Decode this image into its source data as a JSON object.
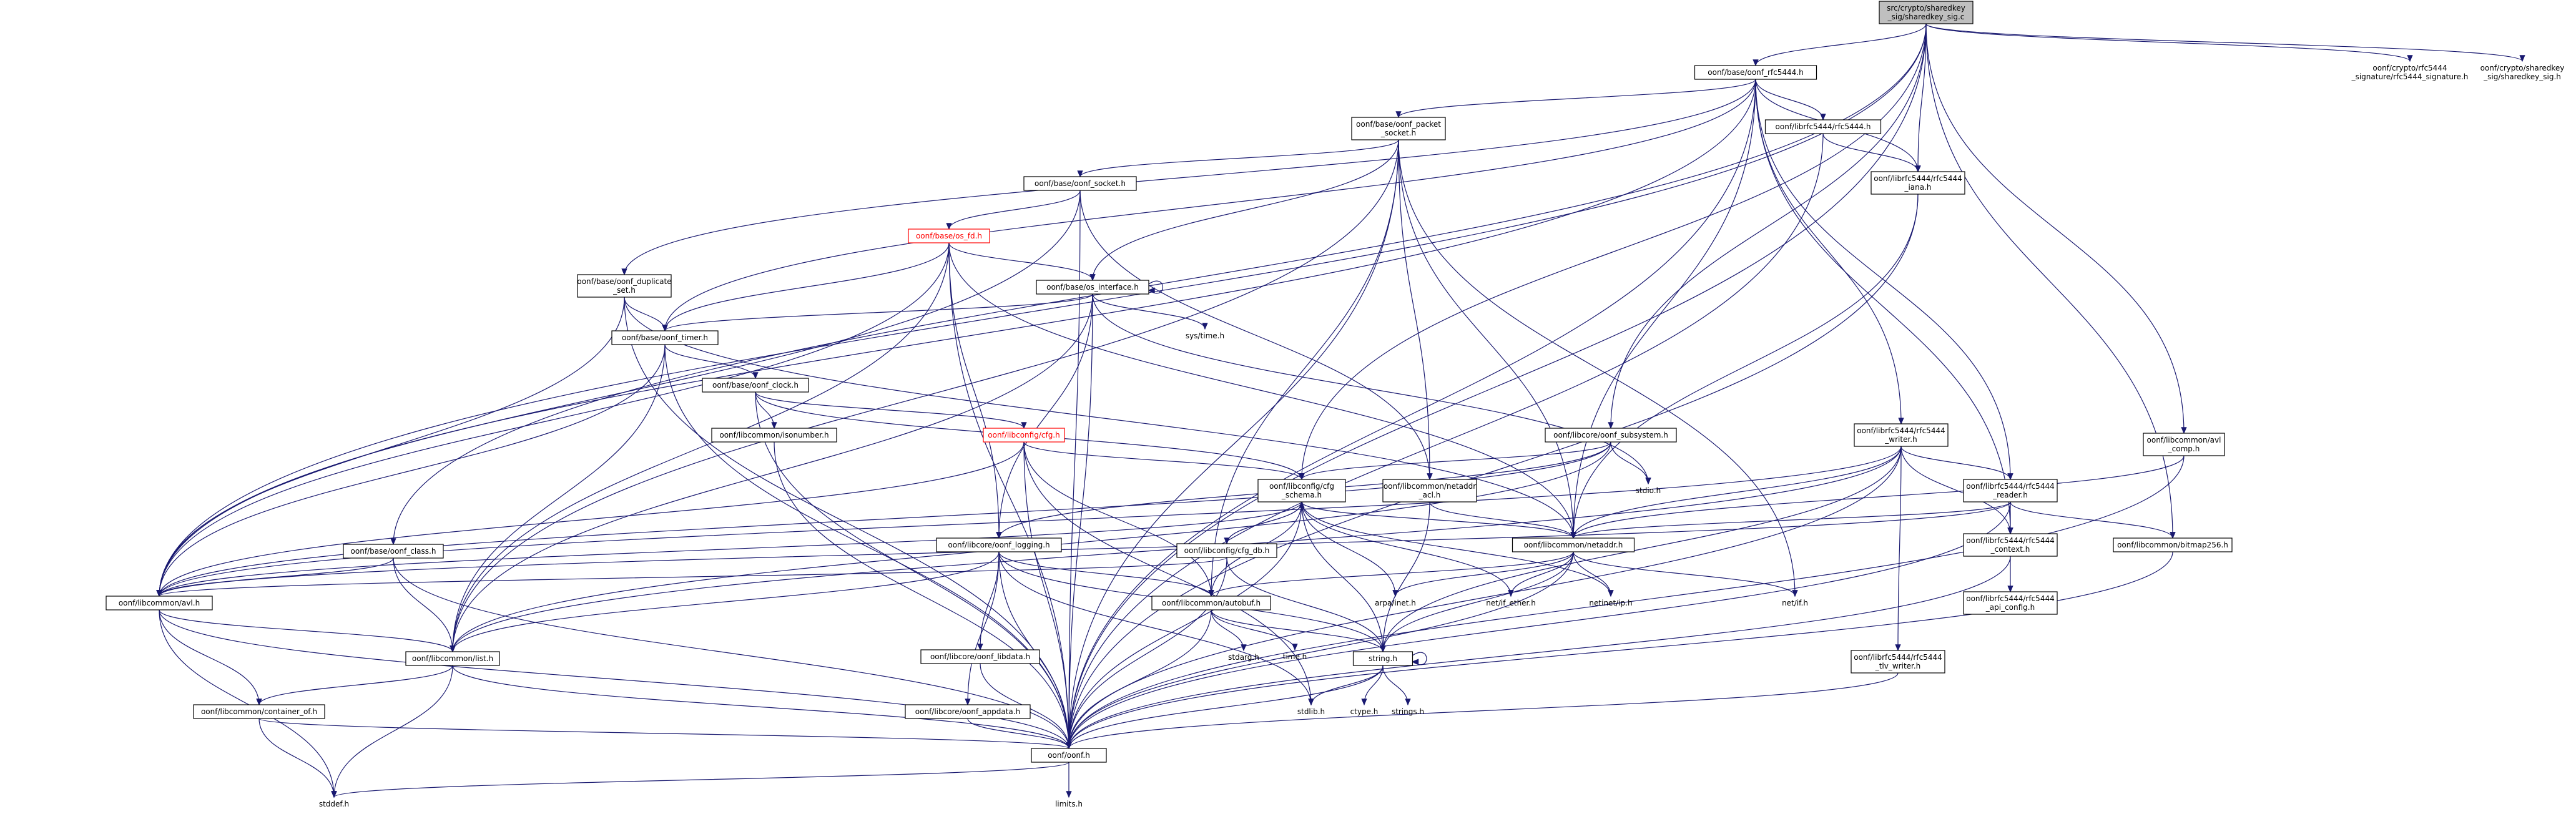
{
  "nodes": [
    {
      "id": "root",
      "lines": [
        "src/crypto/sharedkey",
        "_sig/sharedkey_sig.c"
      ],
      "kind": "root"
    },
    {
      "id": "rfc5444",
      "lines": [
        "oonf/base/oonf_rfc5444.h"
      ],
      "kind": "box"
    },
    {
      "id": "rfc5444sig",
      "lines": [
        "oonf/crypto/rfc5444",
        "_signature/rfc5444_signature.h"
      ],
      "kind": "plain"
    },
    {
      "id": "sharedkeysig",
      "lines": [
        "oonf/crypto/sharedkey",
        "_sig/sharedkey_sig.h"
      ],
      "kind": "plain"
    },
    {
      "id": "packetsocket",
      "lines": [
        "oonf/base/oonf_packet",
        "_socket.h"
      ],
      "kind": "box"
    },
    {
      "id": "rfc5444h",
      "lines": [
        "oonf/librfc5444/rfc5444.h"
      ],
      "kind": "box"
    },
    {
      "id": "iana",
      "lines": [
        "oonf/librfc5444/rfc5444",
        "_iana.h"
      ],
      "kind": "box"
    },
    {
      "id": "socket",
      "lines": [
        "oonf/base/oonf_socket.h"
      ],
      "kind": "box"
    },
    {
      "id": "osfd",
      "lines": [
        "oonf/base/os_fd.h"
      ],
      "kind": "red"
    },
    {
      "id": "osiface",
      "lines": [
        "oonf/base/os_interface.h"
      ],
      "kind": "box"
    },
    {
      "id": "systime",
      "lines": [
        "sys/time.h"
      ],
      "kind": "plain"
    },
    {
      "id": "dupset",
      "lines": [
        "oonf/base/oonf_duplicate",
        "_set.h"
      ],
      "kind": "box"
    },
    {
      "id": "timer",
      "lines": [
        "oonf/base/oonf_timer.h"
      ],
      "kind": "box"
    },
    {
      "id": "clock",
      "lines": [
        "oonf/base/oonf_clock.h"
      ],
      "kind": "box"
    },
    {
      "id": "isonumber",
      "lines": [
        "oonf/libcommon/isonumber.h"
      ],
      "kind": "box"
    },
    {
      "id": "cfg",
      "lines": [
        "oonf/libconfig/cfg.h"
      ],
      "kind": "red"
    },
    {
      "id": "subsystem",
      "lines": [
        "oonf/libcore/oonf_subsystem.h"
      ],
      "kind": "box"
    },
    {
      "id": "stdio",
      "lines": [
        "stdio.h"
      ],
      "kind": "plain"
    },
    {
      "id": "writer",
      "lines": [
        "oonf/librfc5444/rfc5444",
        "_writer.h"
      ],
      "kind": "box"
    },
    {
      "id": "avlcomp",
      "lines": [
        "oonf/libcommon/avl",
        "_comp.h"
      ],
      "kind": "box"
    },
    {
      "id": "reader",
      "lines": [
        "oonf/librfc5444/rfc5444",
        "_reader.h"
      ],
      "kind": "box"
    },
    {
      "id": "cfgschema",
      "lines": [
        "oonf/libconfig/cfg",
        "_schema.h"
      ],
      "kind": "box"
    },
    {
      "id": "netaddracl",
      "lines": [
        "oonf/libcommon/netaddr",
        "_acl.h"
      ],
      "kind": "box"
    },
    {
      "id": "netaddr",
      "lines": [
        "oonf/libcommon/netaddr.h"
      ],
      "kind": "box"
    },
    {
      "id": "bitmap",
      "lines": [
        "oonf/libcommon/bitmap256.h"
      ],
      "kind": "box"
    },
    {
      "id": "context",
      "lines": [
        "oonf/librfc5444/rfc5444",
        "_context.h"
      ],
      "kind": "box"
    },
    {
      "id": "apiconfig",
      "lines": [
        "oonf/librfc5444/rfc5444",
        "_api_config.h"
      ],
      "kind": "box"
    },
    {
      "id": "logging",
      "lines": [
        "oonf/libcore/oonf_logging.h"
      ],
      "kind": "box"
    },
    {
      "id": "cfgdb",
      "lines": [
        "oonf/libconfig/cfg_db.h"
      ],
      "kind": "box"
    },
    {
      "id": "class",
      "lines": [
        "oonf/base/oonf_class.h"
      ],
      "kind": "box"
    },
    {
      "id": "avl",
      "lines": [
        "oonf/libcommon/avl.h"
      ],
      "kind": "box"
    },
    {
      "id": "autobuf",
      "lines": [
        "oonf/libcommon/autobuf.h"
      ],
      "kind": "box"
    },
    {
      "id": "arpainet",
      "lines": [
        "arpa/inet.h"
      ],
      "kind": "plain"
    },
    {
      "id": "ifether",
      "lines": [
        "net/if_ether.h"
      ],
      "kind": "plain"
    },
    {
      "id": "netinetip",
      "lines": [
        "netinet/ip.h"
      ],
      "kind": "plain"
    },
    {
      "id": "netif",
      "lines": [
        "net/if.h"
      ],
      "kind": "plain"
    },
    {
      "id": "list",
      "lines": [
        "oonf/libcommon/list.h"
      ],
      "kind": "box"
    },
    {
      "id": "libdata",
      "lines": [
        "oonf/libcore/oonf_libdata.h"
      ],
      "kind": "box"
    },
    {
      "id": "stdarg",
      "lines": [
        "stdarg.h"
      ],
      "kind": "plain"
    },
    {
      "id": "timeh",
      "lines": [
        "time.h"
      ],
      "kind": "plain"
    },
    {
      "id": "string",
      "lines": [
        "string.h"
      ],
      "kind": "box"
    },
    {
      "id": "tlvwriter",
      "lines": [
        "oonf/librfc5444/rfc5444",
        "_tlv_writer.h"
      ],
      "kind": "box"
    },
    {
      "id": "containerof",
      "lines": [
        "oonf/libcommon/container_of.h"
      ],
      "kind": "box"
    },
    {
      "id": "appdata",
      "lines": [
        "oonf/libcore/oonf_appdata.h"
      ],
      "kind": "box"
    },
    {
      "id": "stdlib",
      "lines": [
        "stdlib.h"
      ],
      "kind": "plain"
    },
    {
      "id": "ctype",
      "lines": [
        "ctype.h"
      ],
      "kind": "plain"
    },
    {
      "id": "strings",
      "lines": [
        "strings.h"
      ],
      "kind": "plain"
    },
    {
      "id": "oonf",
      "lines": [
        "oonf/oonf.h"
      ],
      "kind": "box"
    },
    {
      "id": "stddef",
      "lines": [
        "stddef.h"
      ],
      "kind": "plain"
    },
    {
      "id": "limits",
      "lines": [
        "limits.h"
      ],
      "kind": "plain"
    }
  ],
  "edges": [
    [
      "root",
      "rfc5444"
    ],
    [
      "root",
      "rfc5444sig"
    ],
    [
      "root",
      "sharedkeysig"
    ],
    [
      "root",
      "iana"
    ],
    [
      "root",
      "subsystem"
    ],
    [
      "root",
      "avlcomp"
    ],
    [
      "root",
      "bitmap"
    ],
    [
      "root",
      "cfgschema"
    ],
    [
      "root",
      "avl"
    ],
    [
      "root",
      "class"
    ],
    [
      "root",
      "oonf"
    ],
    [
      "rfc5444",
      "packetsocket"
    ],
    [
      "rfc5444",
      "rfc5444h"
    ],
    [
      "rfc5444",
      "iana"
    ],
    [
      "rfc5444",
      "writer"
    ],
    [
      "rfc5444",
      "reader"
    ],
    [
      "rfc5444",
      "context"
    ],
    [
      "rfc5444",
      "dupset"
    ],
    [
      "rfc5444",
      "timer"
    ],
    [
      "rfc5444",
      "netaddr"
    ],
    [
      "rfc5444",
      "avl"
    ],
    [
      "rfc5444",
      "oonf"
    ],
    [
      "packetsocket",
      "socket"
    ],
    [
      "packetsocket",
      "osiface"
    ],
    [
      "packetsocket",
      "netaddracl"
    ],
    [
      "packetsocket",
      "netaddr"
    ],
    [
      "packetsocket",
      "autobuf"
    ],
    [
      "packetsocket",
      "list"
    ],
    [
      "packetsocket",
      "netif"
    ],
    [
      "packetsocket",
      "oonf"
    ],
    [
      "rfc5444h",
      "iana"
    ],
    [
      "rfc5444h",
      "oonf"
    ],
    [
      "iana",
      "netaddr"
    ],
    [
      "iana",
      "oonf"
    ],
    [
      "socket",
      "osfd"
    ],
    [
      "socket",
      "netaddracl"
    ],
    [
      "socket",
      "avl"
    ],
    [
      "socket",
      "oonf"
    ],
    [
      "osfd",
      "osiface"
    ],
    [
      "osfd",
      "timer"
    ],
    [
      "osfd",
      "logging"
    ],
    [
      "osfd",
      "list"
    ],
    [
      "osfd",
      "oonf"
    ],
    [
      "osfd",
      "netaddr"
    ],
    [
      "osfd",
      "avl"
    ],
    [
      "osiface",
      "osiface"
    ],
    [
      "osiface",
      "timer"
    ],
    [
      "osiface",
      "systime"
    ],
    [
      "osiface",
      "stdio"
    ],
    [
      "osiface",
      "logging"
    ],
    [
      "osiface",
      "list"
    ],
    [
      "osiface",
      "oonf"
    ],
    [
      "dupset",
      "timer"
    ],
    [
      "dupset",
      "netaddr"
    ],
    [
      "dupset",
      "avl"
    ],
    [
      "dupset",
      "oonf"
    ],
    [
      "timer",
      "clock"
    ],
    [
      "timer",
      "avl"
    ],
    [
      "timer",
      "list"
    ],
    [
      "timer",
      "oonf"
    ],
    [
      "clock",
      "isonumber"
    ],
    [
      "clock",
      "cfg"
    ],
    [
      "clock",
      "cfgschema"
    ],
    [
      "clock",
      "oonf"
    ],
    [
      "isonumber",
      "oonf"
    ],
    [
      "cfg",
      "cfgschema"
    ],
    [
      "cfg",
      "autobuf"
    ],
    [
      "cfg",
      "avl"
    ],
    [
      "cfg",
      "stdlib"
    ],
    [
      "cfg",
      "oonf"
    ],
    [
      "subsystem",
      "cfgschema"
    ],
    [
      "subsystem",
      "logging"
    ],
    [
      "subsystem",
      "stdio"
    ],
    [
      "subsystem",
      "avl"
    ],
    [
      "subsystem",
      "list"
    ],
    [
      "writer",
      "reader"
    ],
    [
      "writer",
      "context"
    ],
    [
      "writer",
      "tlvwriter"
    ],
    [
      "writer",
      "netaddr"
    ],
    [
      "writer",
      "string"
    ],
    [
      "writer",
      "avl"
    ],
    [
      "writer",
      "list"
    ],
    [
      "writer",
      "oonf"
    ],
    [
      "avlcomp",
      "netaddr"
    ],
    [
      "avlcomp",
      "oonf"
    ],
    [
      "reader",
      "context"
    ],
    [
      "reader",
      "bitmap"
    ],
    [
      "reader",
      "netaddr"
    ],
    [
      "reader",
      "avl"
    ],
    [
      "reader",
      "oonf"
    ],
    [
      "cfgschema",
      "cfgdb"
    ],
    [
      "cfgschema",
      "netaddr"
    ],
    [
      "cfgschema",
      "autobuf"
    ],
    [
      "cfgschema",
      "string"
    ],
    [
      "cfgschema",
      "arpainet"
    ],
    [
      "cfgschema",
      "ifether"
    ],
    [
      "cfgschema",
      "netinetip"
    ],
    [
      "cfgschema",
      "avl"
    ],
    [
      "cfgschema",
      "oonf"
    ],
    [
      "netaddracl",
      "netaddr"
    ],
    [
      "netaddracl",
      "string"
    ],
    [
      "netaddr",
      "autobuf"
    ],
    [
      "netaddr",
      "arpainet"
    ],
    [
      "netaddr",
      "ifether"
    ],
    [
      "netaddr",
      "netinetip"
    ],
    [
      "netaddr",
      "netif"
    ],
    [
      "netaddr",
      "string"
    ],
    [
      "netaddr",
      "oonf"
    ],
    [
      "context",
      "apiconfig"
    ],
    [
      "context",
      "oonf"
    ],
    [
      "bitmap",
      "oonf"
    ],
    [
      "logging",
      "autobuf"
    ],
    [
      "logging",
      "libdata"
    ],
    [
      "logging",
      "appdata"
    ],
    [
      "logging",
      "list"
    ],
    [
      "logging",
      "string"
    ],
    [
      "logging",
      "stdlib"
    ],
    [
      "logging",
      "oonf"
    ],
    [
      "cfgdb",
      "cfgschema"
    ],
    [
      "cfgdb",
      "avl"
    ],
    [
      "cfgdb",
      "string"
    ],
    [
      "cfgdb",
      "oonf"
    ],
    [
      "class",
      "avl"
    ],
    [
      "class",
      "list"
    ],
    [
      "class",
      "oonf"
    ],
    [
      "avl",
      "list"
    ],
    [
      "avl",
      "containerof"
    ],
    [
      "avl",
      "stddef"
    ],
    [
      "avl",
      "oonf"
    ],
    [
      "autobuf",
      "stdarg"
    ],
    [
      "autobuf",
      "timeh"
    ],
    [
      "autobuf",
      "string"
    ],
    [
      "autobuf",
      "oonf"
    ],
    [
      "list",
      "containerof"
    ],
    [
      "list",
      "stddef"
    ],
    [
      "list",
      "oonf"
    ],
    [
      "libdata",
      "oonf"
    ],
    [
      "appdata",
      "oonf"
    ],
    [
      "string",
      "string"
    ],
    [
      "string",
      "stdlib"
    ],
    [
      "string",
      "ctype"
    ],
    [
      "string",
      "strings"
    ],
    [
      "string",
      "oonf"
    ],
    [
      "tlvwriter",
      "oonf"
    ],
    [
      "containerof",
      "stddef"
    ],
    [
      "containerof",
      "oonf"
    ],
    [
      "oonf",
      "stddef"
    ],
    [
      "oonf",
      "limits"
    ]
  ],
  "colors": {
    "edge": "#191970",
    "root_fill": "#bfbfbf",
    "red": "#ff0000"
  }
}
